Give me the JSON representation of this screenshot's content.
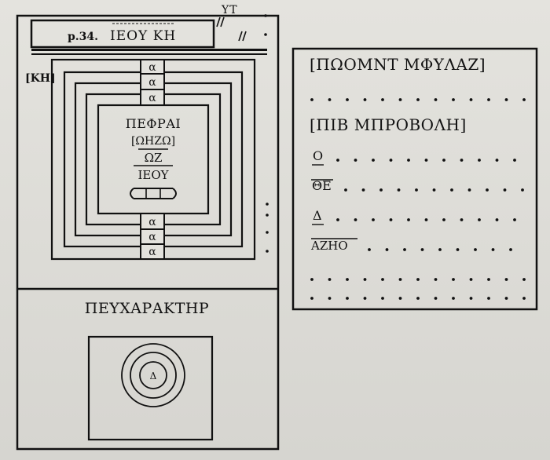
{
  "header": {
    "page_ref": "p.34.",
    "name": "ΙΕΟΥ ΚΗ",
    "top_mark": "ΥΤ"
  },
  "seal": {
    "corner_label": "[ΚΗ]",
    "upper_column": [
      "α",
      "α",
      "α"
    ],
    "lower_column": [
      "α",
      "α",
      "α"
    ],
    "center_lines": [
      "ΠΕΦΡΑΙ",
      "[ΩΗΖΩ]",
      "ΩΖ",
      "ΙΕΟΥ"
    ]
  },
  "character": {
    "title": "ΠΕΥΧΑΡΑΚΤΗΡ",
    "center_letter": "Δ"
  },
  "right_panel": {
    "heading_one": "[ΠΩΟΜΝΤ ΜΦΥΛΑΖ]",
    "heading_two": "[ΠΙΒ ΜΠΡΟΒΟΛΗ]",
    "rows": [
      "Ο",
      "ΘΕ",
      "Δ",
      "ΑΖΗΟ"
    ]
  }
}
